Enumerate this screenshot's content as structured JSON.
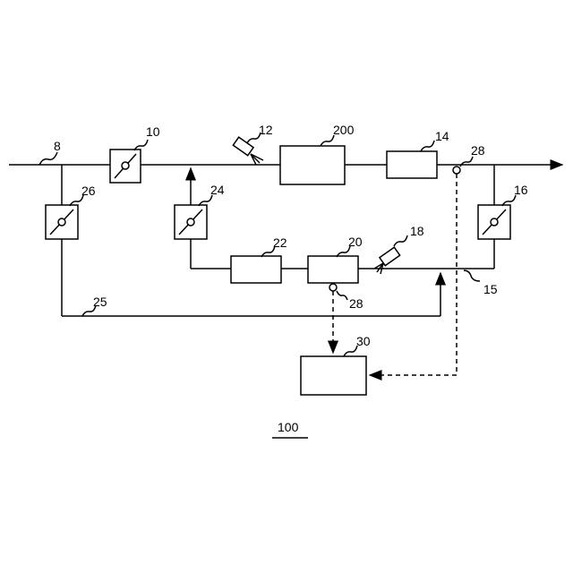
{
  "figure": {
    "labels": {
      "line_8": "8",
      "valve_10": "10",
      "injector_12": "12",
      "engine_200": "200",
      "unit_14": "14",
      "valve_16": "16",
      "injector_18": "18",
      "unit_20": "20",
      "unit_22": "22",
      "valve_24": "24",
      "line_25": "25",
      "valve_26": "26",
      "line_15": "15",
      "sensor_28_main": "28",
      "sensor_28_branch": "28",
      "controller_30": "30",
      "system_100": "100"
    }
  },
  "colors": {
    "stroke": "#000000",
    "background": "#ffffff"
  }
}
